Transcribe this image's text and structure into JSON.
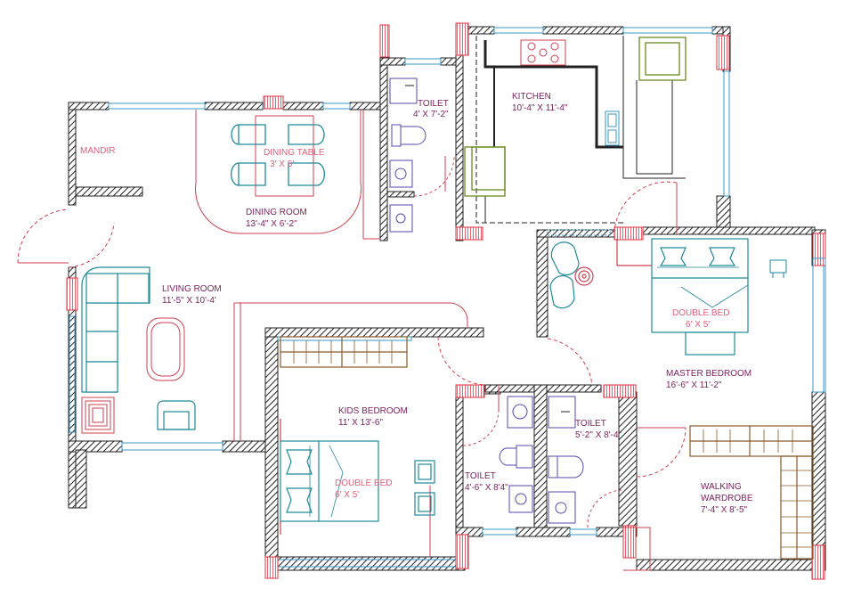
{
  "rooms": {
    "mandir": {
      "name": "MANDIR"
    },
    "dining_room": {
      "name": "DINING ROOM",
      "size": "13'-4\" X 6'-2\""
    },
    "living_room": {
      "name": "LIVING ROOM",
      "size": "11'-5\" X 10'-4'"
    },
    "toilet_1": {
      "name": "TOILET",
      "size": "4' X 7'-2\""
    },
    "kitchen": {
      "name": "KITCHEN",
      "size": "10'-4\" X 11'-4\""
    },
    "master_bedroom": {
      "name": "MASTER BEDROOM",
      "size": "16'-6\" X 11'-2\""
    },
    "kids_bedroom": {
      "name": "KIDS BEDROOM",
      "size": "11' X 13'-6\""
    },
    "toilet_2": {
      "name": "TOILET",
      "size": "4'-6\" X 8'4\""
    },
    "toilet_3": {
      "name": "TOILET",
      "size": "5'-2\" X 8'-4\""
    },
    "walking_wardrobe": {
      "name_line1": "WALKING",
      "name_line2": "WARDROBE",
      "size": "7'-4\" X 8'-5\""
    }
  },
  "furniture": {
    "dining_table": {
      "name": "DINING TABLE",
      "size": "3' X 5'"
    },
    "master_bed": {
      "name": "DOUBLE BED",
      "size": "6' X 5'"
    },
    "kids_bed": {
      "name": "DOUBLE BED",
      "size": "6' X 5'"
    }
  },
  "colors": {
    "wall": "#2b2b2b",
    "window": "#3a9ac8",
    "column": "#e03040",
    "furniture": "#1f8a9a",
    "door": "#d04050",
    "wardrobe": "#8a5a2a",
    "room_text": "#7a1f5a",
    "furniture_text": "#e0607a"
  }
}
